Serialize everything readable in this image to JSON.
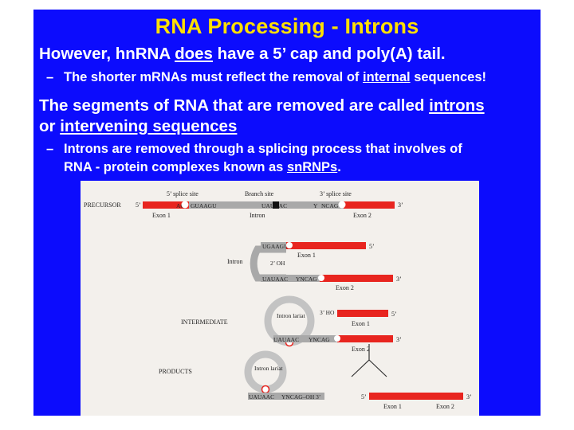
{
  "slide": {
    "title": "RNA Processing - Introns",
    "bullet1": {
      "pre": "However, hnRNA ",
      "underlined": "does",
      "post": " have a 5’ cap and poly(A) tail."
    },
    "sub1": {
      "dash": "–",
      "pre": "The shorter mRNAs must reflect the removal of ",
      "underlined": "internal",
      "post": " sequences!"
    },
    "bullet2": {
      "line1_pre": "The segments of RNA that are removed are called ",
      "line1_underlined": "introns",
      "line2_pre": "or ",
      "line2_underlined": "intervening sequences"
    },
    "sub2": {
      "dash": "–",
      "line1": "Introns are removed through a splicing process that involves of",
      "line2_pre": "RNA - protein complexes known as ",
      "line2_underlined": "snRNPs",
      "line2_post": "."
    }
  },
  "figure": {
    "colors": {
      "exon": "#e8251f",
      "intron": "#a9a9a9",
      "lariat_ring": "#c3c3c3",
      "background": "#f3f0ec"
    },
    "precursor": {
      "label": "PRECURSOR",
      "five_prime": "5’",
      "three_prime": "3’",
      "splice5_label": "5’ splice site",
      "branch_label": "Branch site",
      "splice3_label": "3’ splice site",
      "seq_left": "AG",
      "seq_gu": "GUAAGU",
      "seq_branch": "UAUAAC",
      "seq_right": "Y",
      "seq_ncag": "NCAG",
      "exon1": "Exon 1",
      "intron": "Intron",
      "exon2": "Exon 2"
    },
    "step1": {
      "label": "Intron",
      "seq_top": "UGAAGU",
      "seq_mid": "2’ OH",
      "seq_bottom": "UAUAAC",
      "seq_ncag": "YNCAG",
      "exon1": "Exon 1",
      "exon2": "Exon 2",
      "five_prime": "5’",
      "three_prime": "3’"
    },
    "intermediate": {
      "label": "INTERMEDIATE",
      "lariat_label": "Intron lariat",
      "oh_label": "3’ HO",
      "seq_branch": "UAUAAC",
      "seq_ncag": "YNCAG",
      "exon1": "Exon 1",
      "exon2": "Exon 2",
      "five_prime": "5’",
      "three_prime": "3’"
    },
    "products": {
      "label": "PRODUCTS",
      "lariat_label": "Intron lariat",
      "seq_branch": "UAUAAC",
      "seq_tail": "YNCAG–OH 3’",
      "five_prime": "5’",
      "three_prime": "3’",
      "exon1": "Exon 1",
      "exon2": "Exon 2"
    }
  }
}
